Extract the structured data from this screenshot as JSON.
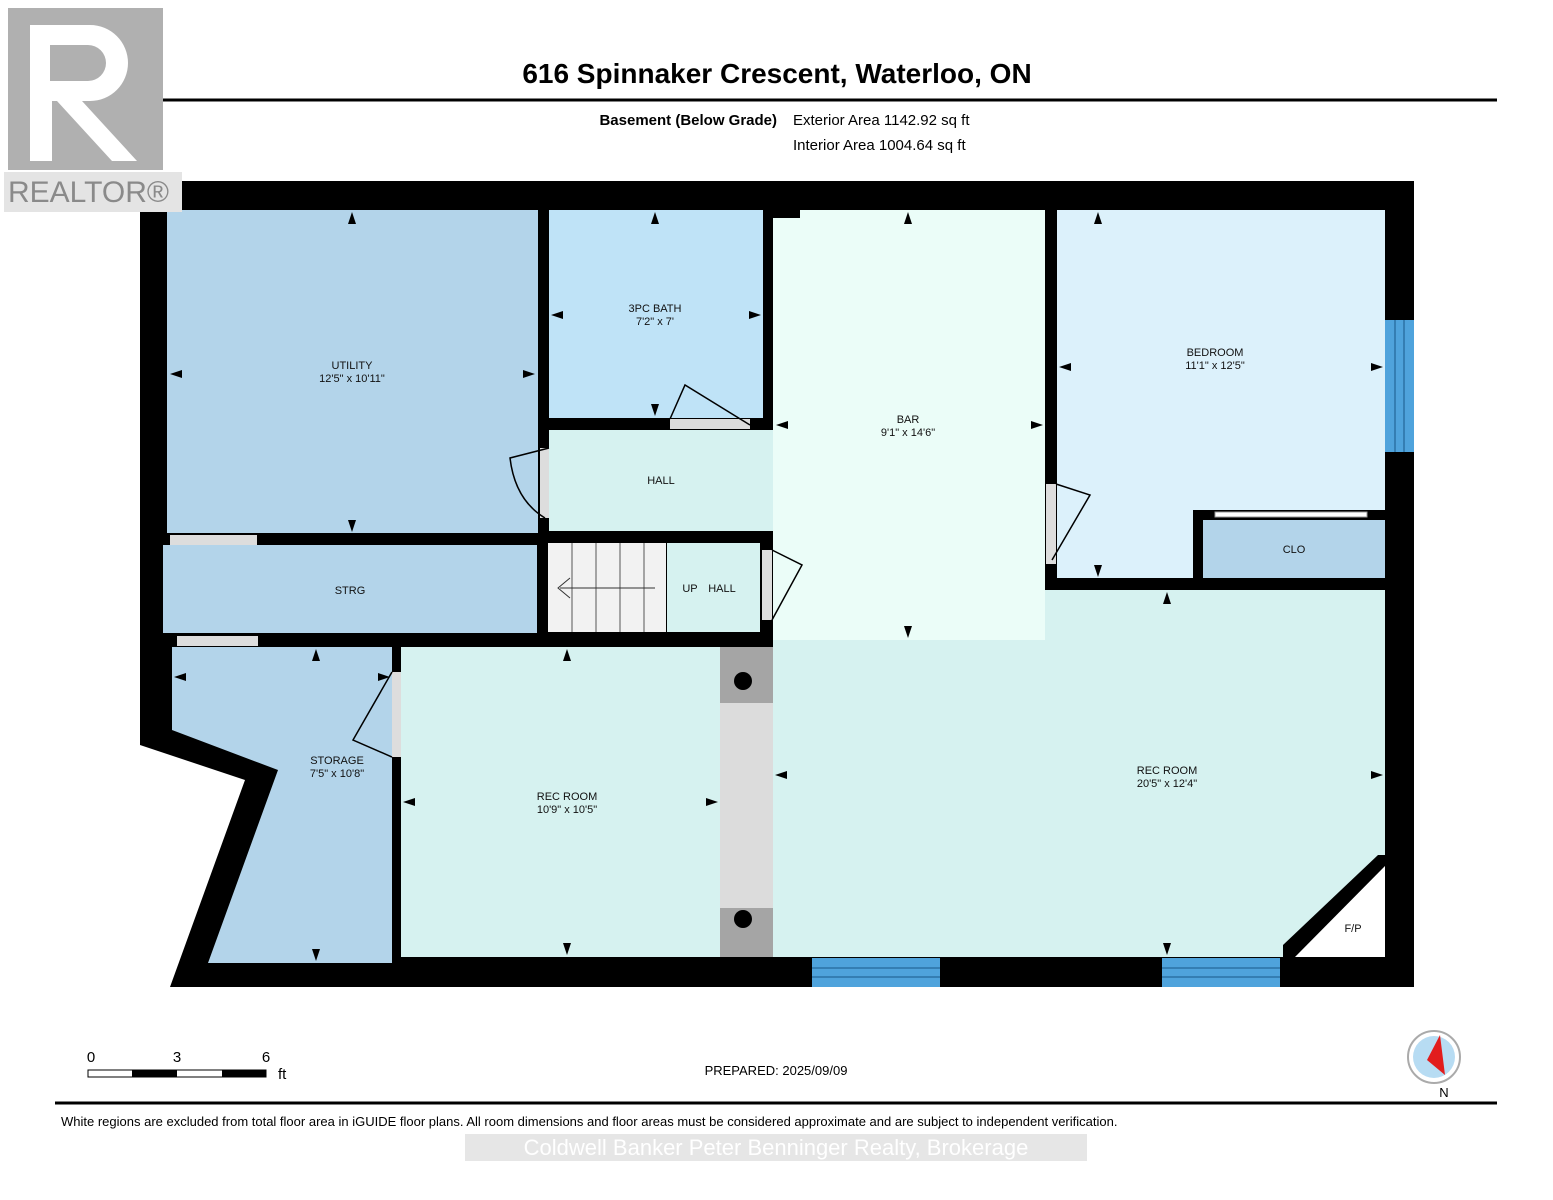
{
  "header": {
    "title": "616 Spinnaker Crescent, Waterloo, ON",
    "floor": "Basement (Below Grade)",
    "exterior_area": "Exterior Area 1142.92 sq ft",
    "interior_area": "Interior Area 1004.64 sq ft"
  },
  "logo": {
    "text": "REALTOR®"
  },
  "rooms": {
    "utility": {
      "name": "UTILITY",
      "dims": "12'5\" x 10'11\""
    },
    "bath": {
      "name": "3PC BATH",
      "dims": "7'2\" x 7'"
    },
    "bar": {
      "name": "BAR",
      "dims": "9'1\" x 14'6\""
    },
    "bedroom": {
      "name": "BEDROOM",
      "dims": "11'1\" x 12'5\""
    },
    "hall": {
      "name": "HALL"
    },
    "strg": {
      "name": "STRG"
    },
    "up": {
      "name": "UP"
    },
    "hall2": {
      "name": "HALL"
    },
    "clo": {
      "name": "CLO"
    },
    "storage": {
      "name": "STORAGE",
      "dims": "7'5\" x 10'8\""
    },
    "rec1": {
      "name": "REC ROOM",
      "dims": "10'9\" x 10'5\""
    },
    "rec2": {
      "name": "REC ROOM",
      "dims": "20'5\" x 12'4\""
    },
    "fp": {
      "name": "F/P"
    }
  },
  "scale": {
    "ticks": [
      "0",
      "3",
      "6"
    ],
    "unit": "ft"
  },
  "prepared": "PREPARED: 2025/09/09",
  "compass": {
    "label": "N"
  },
  "disclaimer": "White regions are excluded from total floor area in iGUIDE floor plans. All room dimensions and floor areas must be considered approximate and are subject to independent verification.",
  "brokerage": "Coldwell Banker Peter Benninger Realty, Brokerage",
  "colors": {
    "wall": "#000000",
    "blue_room": "#b3d4ea",
    "light_blue": "#dcf1fb",
    "aqua": "#d6f2f0",
    "window": "#4fa3dc"
  }
}
